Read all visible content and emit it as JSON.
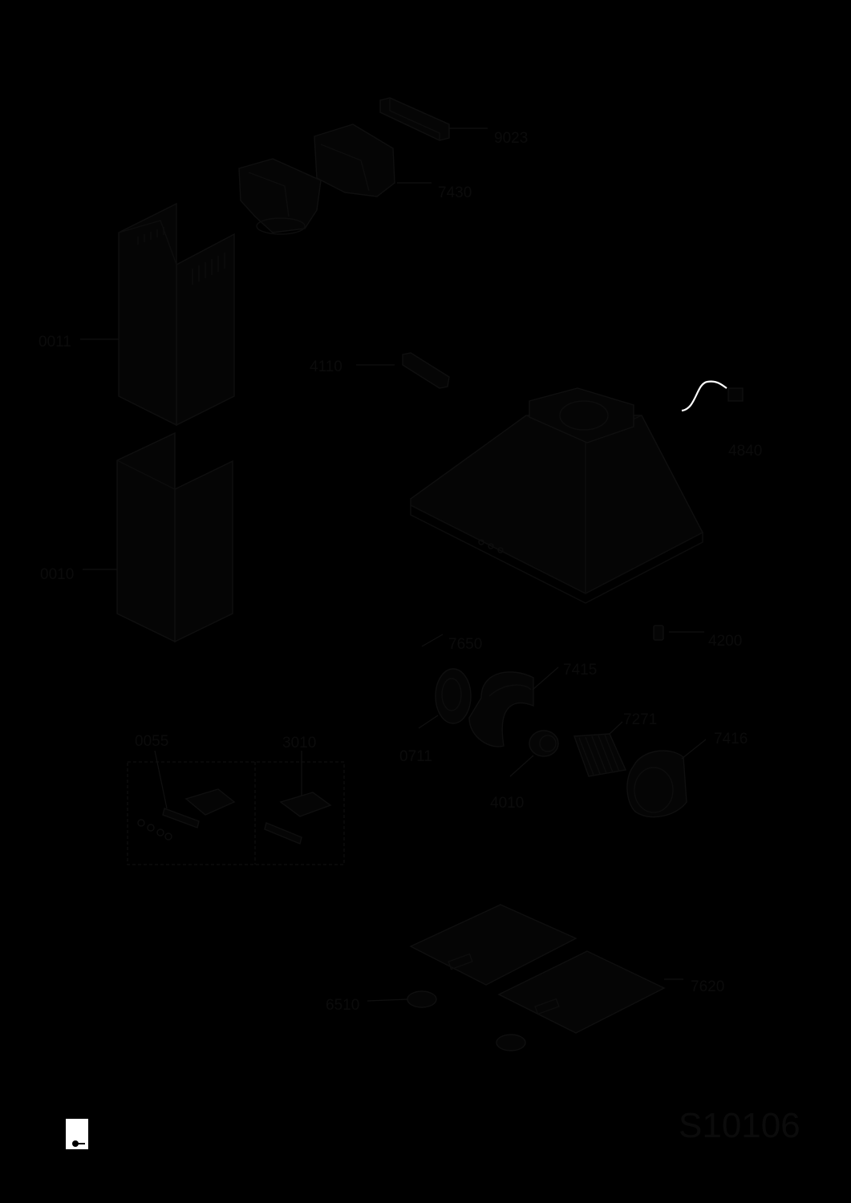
{
  "diagram_code": "S10106",
  "parts": [
    {
      "id": "0011",
      "number": "0011"
    },
    {
      "id": "0010",
      "number": "0010"
    },
    {
      "id": "7430",
      "number": "7430"
    },
    {
      "id": "9023",
      "number": "9023"
    },
    {
      "id": "4110",
      "number": "4110"
    },
    {
      "id": "4840",
      "number": "4840"
    },
    {
      "id": "4200",
      "number": "4200"
    },
    {
      "id": "7650",
      "number": "7650"
    },
    {
      "id": "7415",
      "number": "7415"
    },
    {
      "id": "0711",
      "number": "0711"
    },
    {
      "id": "7271",
      "number": "7271"
    },
    {
      "id": "7416",
      "number": "7416"
    },
    {
      "id": "4010",
      "number": "4010"
    },
    {
      "id": "0055",
      "number": "0055"
    },
    {
      "id": "3010",
      "number": "3010"
    },
    {
      "id": "7620",
      "number": "7620"
    },
    {
      "id": "6510",
      "number": "6510"
    }
  ],
  "icons": [
    "book-icon"
  ],
  "colors": {
    "background": "#000000",
    "line": "#0d0d0d",
    "cable": "#ffffff"
  }
}
